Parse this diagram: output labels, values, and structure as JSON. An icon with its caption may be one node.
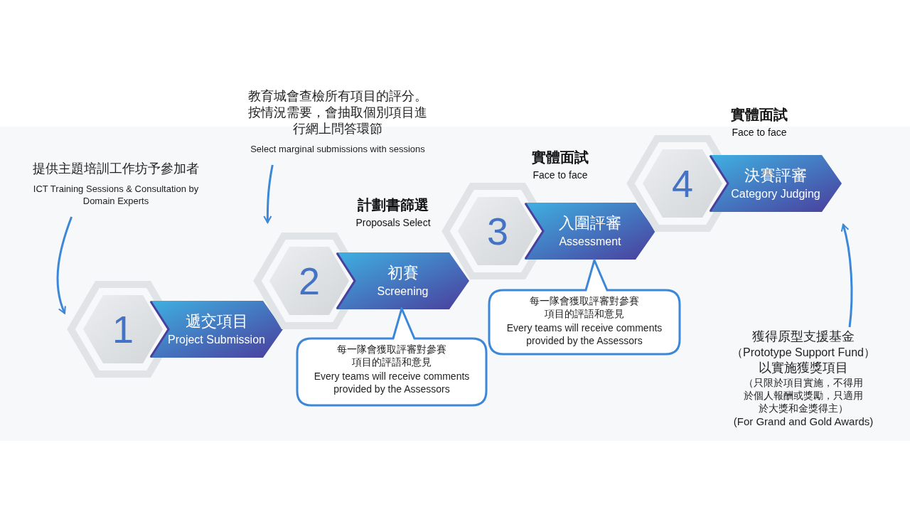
{
  "diagram": {
    "nodes": [
      {
        "text": [
          "1",
          "遞交項目",
          "Project Submission"
        ]
      },
      {
        "text": [
          "2",
          "初賽",
          "Screening"
        ],
        "beside": [
          "計劃書篩選",
          "Proposals Select"
        ]
      },
      {
        "text": [
          "3",
          "入圍評審",
          "Assessment"
        ],
        "beside": [
          "實體面試",
          "Face to face"
        ]
      },
      {
        "text": [
          "4",
          "決賽評審",
          "Category Judging"
        ],
        "beside": [
          "實體面試",
          "Face to face"
        ]
      },
      {
        "text": [
          "提供主題培訓工作坊予參加者",
          "ICT Training Sessions & Consultation by Domain Experts"
        ]
      },
      {
        "text": [
          "教育城會查檢所有項目的評分。按情況需要，會抽取個別項目進行網上問答環節",
          "Select marginal submissions with sessions"
        ]
      },
      {
        "text": [
          "每一隊會獲取評審對參賽項目的評語和意見",
          "Every teams will receive comments provided by the Assessors"
        ]
      },
      {
        "text": [
          "每一隊會獲取評審對參賽項目的評語和意見",
          "Every teams will receive comments provided by the Assessors"
        ]
      },
      {
        "text": [
          "獲得原型支援基金",
          "（Prototype Support Fund）",
          "以實施獲獎項目",
          "（只限於項目實施，不得用於個人報酬或獎勵，只適用於大獎和金獎得主）",
          "(For Grand and Gold Awards)"
        ]
      }
    ],
    "edges": [
      {
        "from": 4,
        "to": 0,
        "arrow": "to"
      },
      {
        "from": 5,
        "to": 1,
        "arrow": "to"
      },
      {
        "from": 8,
        "to": 3,
        "arrow": "to"
      }
    ]
  }
}
